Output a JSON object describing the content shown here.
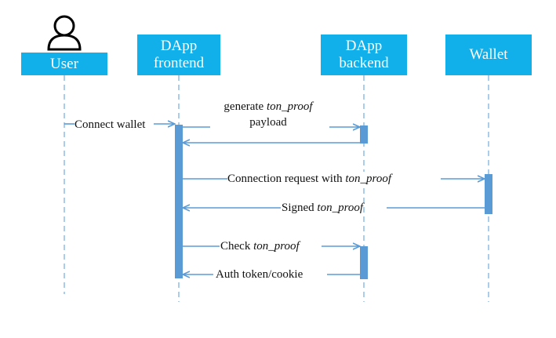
{
  "colors": {
    "actor_fill": "#12b0ea",
    "arrow": "#5b9bd5",
    "activation": "#5b9bd5",
    "lifeline": "#7fb2dd"
  },
  "actors": [
    {
      "id": "user",
      "icon": "user-person-icon",
      "lines": [
        "User"
      ]
    },
    {
      "id": "frontend",
      "lines": [
        "DApp",
        "frontend"
      ]
    },
    {
      "id": "backend",
      "lines": [
        "DApp",
        "backend"
      ]
    },
    {
      "id": "wallet",
      "lines": [
        "Wallet"
      ]
    }
  ],
  "messages": {
    "connect_wallet": {
      "text": "Connect wallet"
    },
    "generate": {
      "pre": "generate ",
      "em": "ton_proof",
      "line2": "payload"
    },
    "connection_request": {
      "pre": "Connection request with ",
      "em": "ton_proof"
    },
    "signed": {
      "pre": "Signed ",
      "em": "ton_proof"
    },
    "check": {
      "pre": "Check ",
      "em": "ton_proof"
    },
    "auth": {
      "text": "Auth token/cookie"
    }
  }
}
